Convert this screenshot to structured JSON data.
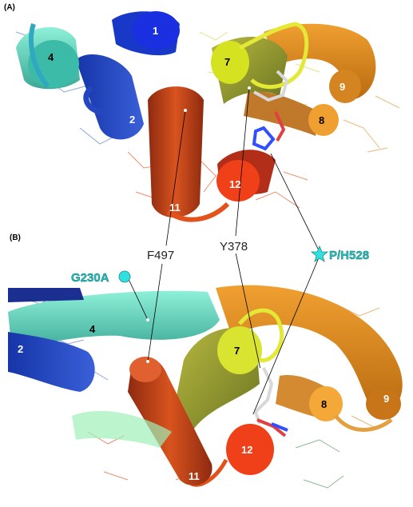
{
  "panels": {
    "a": "(A)",
    "b": "(B)"
  },
  "helices_a": {
    "h1": "1",
    "h2": "2",
    "h4": "4",
    "h7": "7",
    "h8": "8",
    "h9": "9",
    "h11": "11",
    "h12": "12"
  },
  "helices_b": {
    "h2": "2",
    "h4": "4",
    "h7": "7",
    "h8": "8",
    "h9": "9",
    "h11": "11",
    "h12": "12"
  },
  "residues": {
    "f497": "F497",
    "y378": "Y378",
    "ph528": "P/H528",
    "g230a": "G230A"
  },
  "colors": {
    "cyan_marker": "#33e0e0",
    "label_cyan": "#22c4c4"
  }
}
